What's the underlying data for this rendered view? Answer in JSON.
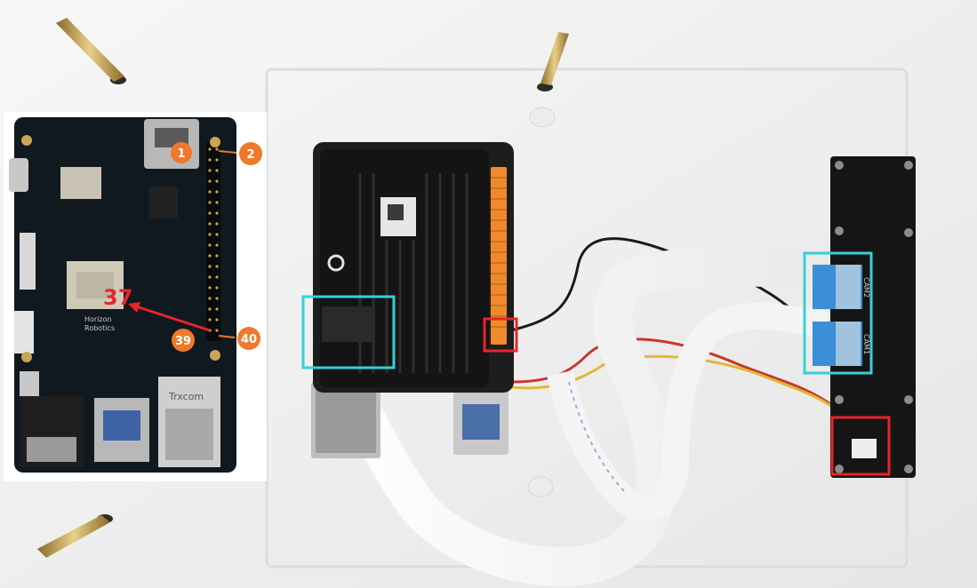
{
  "photo": {
    "pin_callouts": {
      "pin_1": "1",
      "pin_2": "2",
      "pin_37": "37",
      "pin_39": "39",
      "pin_40": "40"
    },
    "board_silkscreen": {
      "brand_line1": "Horizon",
      "brand_line2": "Robotics",
      "ethernet_brand": "Trxcom",
      "camera_label_1": "CAM2",
      "camera_label_2": "CAM1"
    },
    "colors": {
      "callout_orange": "#f0782a",
      "arrow_red": "#e8242a",
      "highlight_cyan": "#32d2d8",
      "highlight_red": "#e8242a",
      "header_pins": "#f08a2a"
    }
  }
}
